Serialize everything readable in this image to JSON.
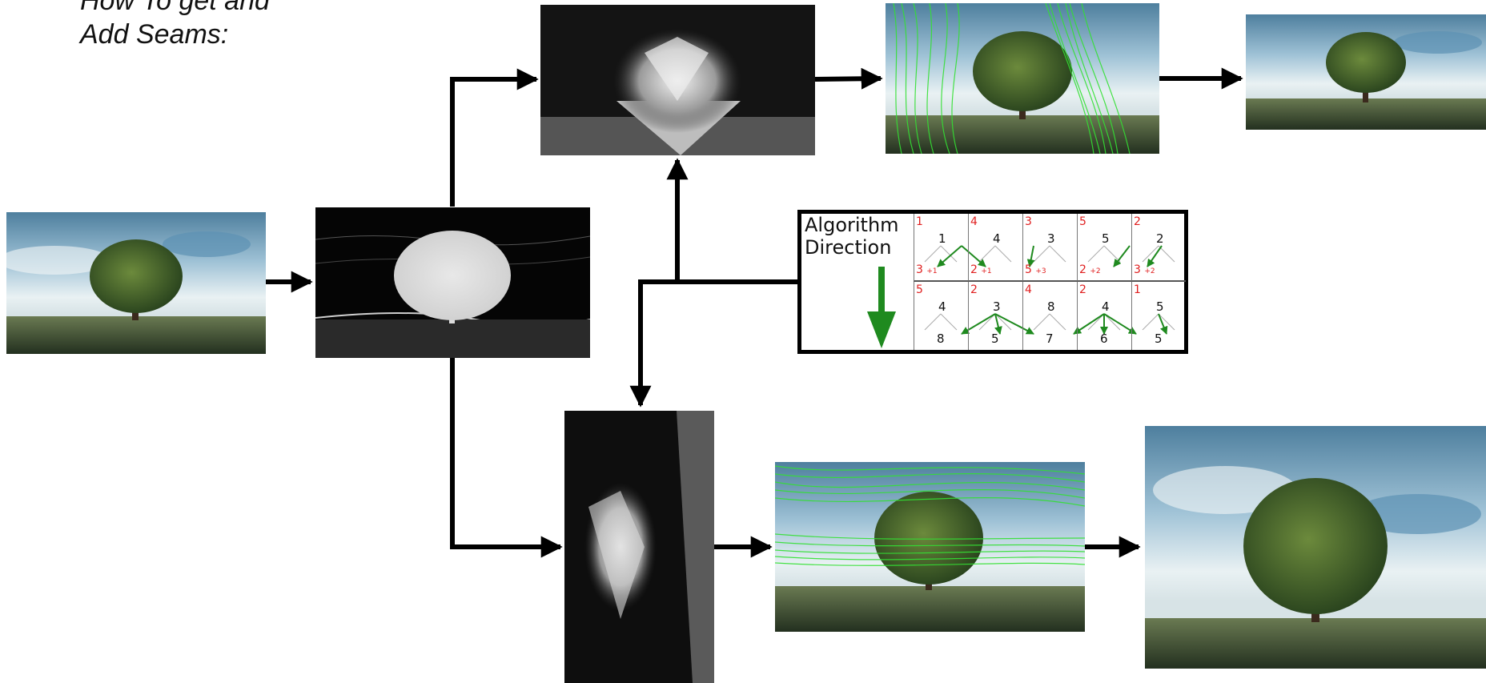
{
  "title": {
    "line1": "How To get and",
    "line2": "Add Seams:"
  },
  "algorithm_box": {
    "label_line1": "Algorithm",
    "label_line2": "Direction",
    "rows": [
      {
        "costs": [
          "1",
          "4",
          "3",
          "5",
          "2"
        ],
        "nums": [
          "1",
          "4",
          "3",
          "5",
          "2"
        ],
        "sums": [
          [
            "3",
            "+1"
          ],
          [
            "2",
            "+1"
          ],
          [
            "5",
            "+3"
          ],
          [
            "2",
            "+2"
          ],
          [
            "3",
            "+2"
          ]
        ]
      },
      {
        "costs": [
          "5",
          "2",
          "4",
          "2",
          "1"
        ],
        "nums": [
          "4",
          "3",
          "8",
          "4",
          "5"
        ]
      }
    ],
    "bottom_nums": [
      "8",
      "5",
      "7",
      "6",
      "5"
    ]
  },
  "panels": [
    "input-photo",
    "energy-map",
    "vertical-cumulative-map",
    "vertical-seams-overlay",
    "vertical-result",
    "horizontal-cumulative-map",
    "horizontal-seams-overlay",
    "horizontal-result"
  ],
  "colors": {
    "seam": "#33e033",
    "arrow": "#1f8a1f",
    "cost": "#e02020"
  }
}
